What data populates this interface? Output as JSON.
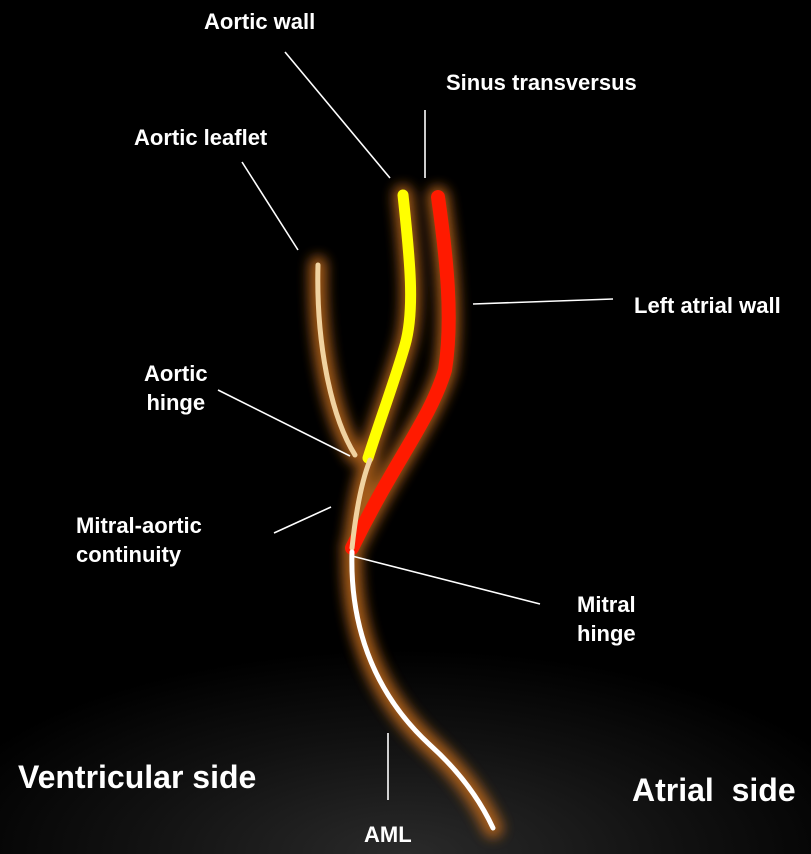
{
  "labels": {
    "aortic_wall": "Aortic wall",
    "sinus_transversus": "Sinus transversus",
    "aortic_leaflet": "Aortic leaflet",
    "left_atrial_wall": "Left atrial wall",
    "aortic_hinge_line1": "Aortic",
    "aortic_hinge_line2": "hinge",
    "mitral_aortic_line1": "Mitral-aortic",
    "mitral_aortic_line2": "continuity",
    "mitral_hinge_line1": "Mitral",
    "mitral_hinge_line2": "hinge",
    "ventricular_side": "Ventricular side",
    "atrial_side": "Atrial  side",
    "aml": "AML"
  },
  "colors": {
    "background": "#000000",
    "aortic_wall": "#ffff00",
    "left_atrial_wall": "#ff1a00",
    "aortic_leaflet": "#f0d2a0",
    "aml": "#ffffff",
    "glow": "#b5651d",
    "leader_line": "#ffffff"
  }
}
